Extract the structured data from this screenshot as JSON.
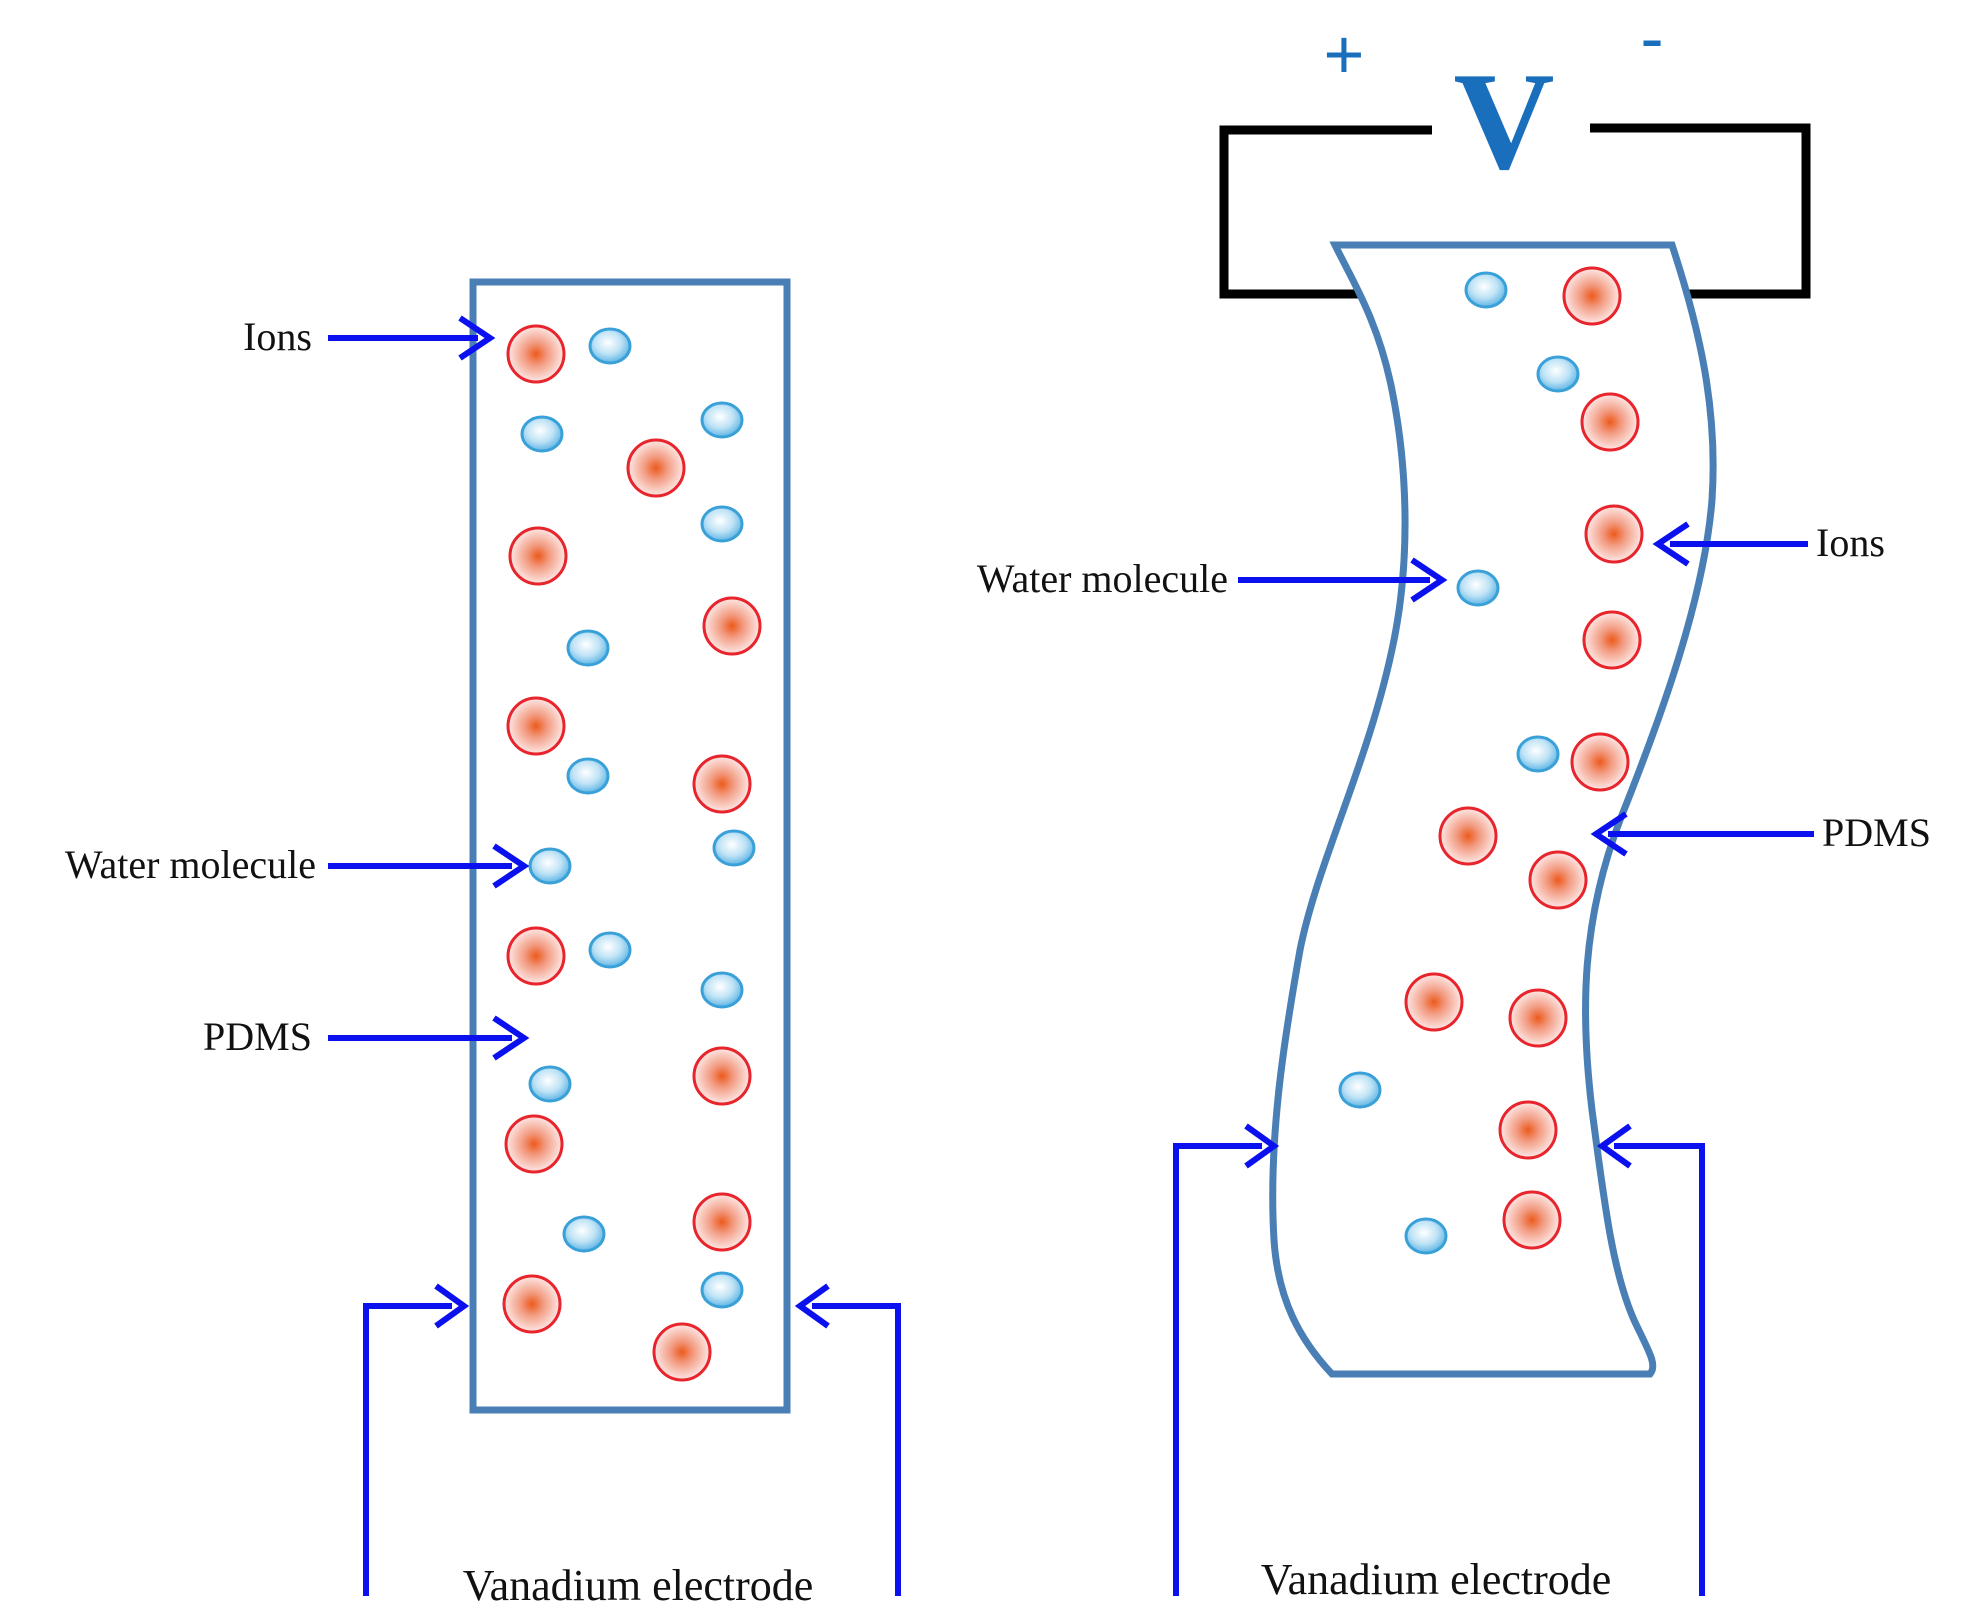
{
  "left_panel": {
    "labels": {
      "ions": "Ions",
      "water_molecule": "Water molecule",
      "pdms": "PDMS",
      "electrode": "Vanadium electrode"
    }
  },
  "right_panel": {
    "voltage": {
      "symbol": "V",
      "positive": "+",
      "negative": "-"
    },
    "labels": {
      "ions": "Ions",
      "water_molecule": "Water molecule",
      "pdms": "PDMS",
      "electrode": "Vanadium electrode"
    }
  },
  "colors": {
    "pdms_outline": "#4a7fb5",
    "arrow": "#0a10ee",
    "ion": "#e8242c",
    "ion_core": "#e8621e",
    "water": "#3aa0d8",
    "wire": "#000000",
    "voltage": "#1a6fbd"
  }
}
